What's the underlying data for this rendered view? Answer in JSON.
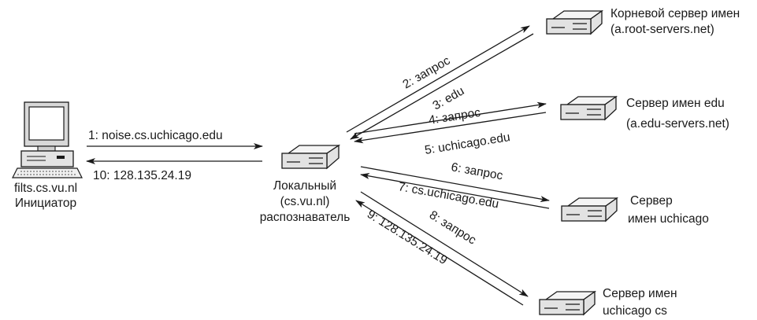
{
  "client": {
    "host": "filts.cs.vu.nl",
    "role": "Инициатор",
    "icon": "computer-icon"
  },
  "local_resolver": {
    "title": "Локальный",
    "host": "(cs.vu.nl)",
    "role": "распознаватель",
    "icon": "server-icon"
  },
  "servers": [
    {
      "line1": "Корневой сервер имен",
      "line2": "(a.root-servers.net)",
      "icon": "server-icon"
    },
    {
      "line1": "Сервер имен edu",
      "line2": "(a.edu-servers.net)",
      "icon": "server-icon"
    },
    {
      "line1": "Сервер",
      "line2": "имен uchicago",
      "icon": "server-icon"
    },
    {
      "line1": "Сервер имен",
      "line2": "uchicago cs",
      "icon": "server-icon"
    }
  ],
  "messages": {
    "m1": "1: noise.cs.uchicago.edu",
    "m2": "2: запрос",
    "m3": "3: edu",
    "m4": "4: запрос",
    "m5": "5: uchicago.edu",
    "m6": "6: запрос",
    "m7": "7: cs.uchicago.edu",
    "m8": "8: запрос",
    "m9": "9: 128.135.24.19",
    "m10": "10: 128.135.24.19"
  }
}
